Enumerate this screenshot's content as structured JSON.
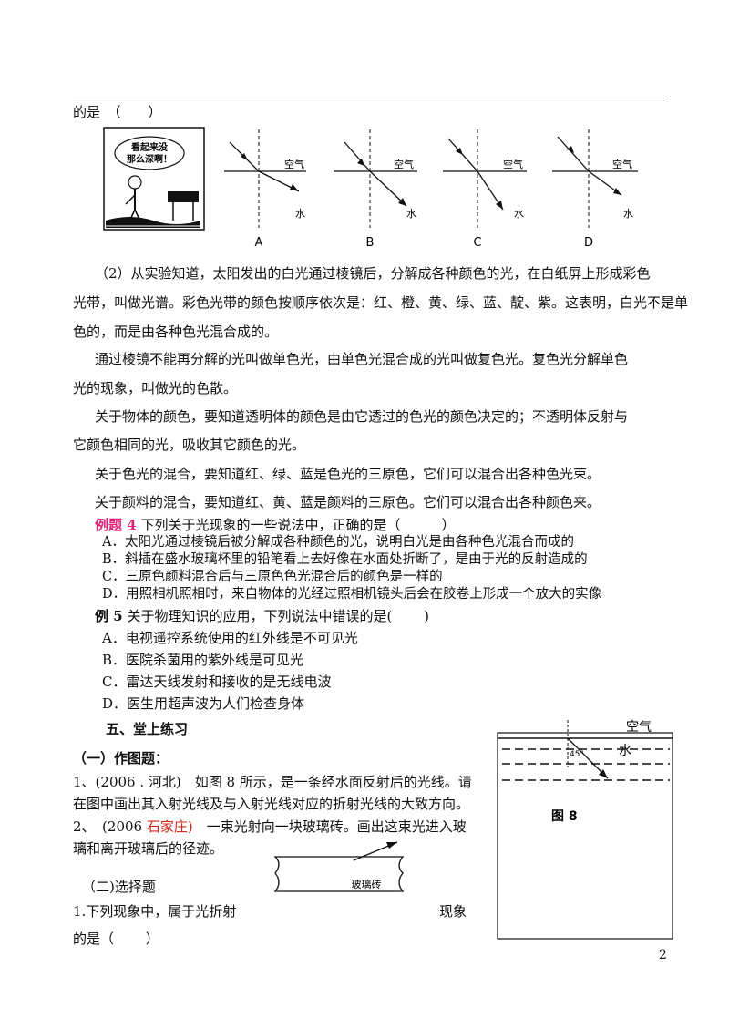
{
  "header_fragment": "的是　（　　）",
  "figure_options": {
    "cartoon_text": "看起来没那么深啊！",
    "air": "空气",
    "water": "水",
    "labels": [
      "A",
      "B",
      "C",
      "D"
    ]
  },
  "paragraphs": {
    "p1_line1": "（2）从实验知道，太阳发出的白光通过棱镜后，分解成各种颜色的光，在白纸屏上形成彩色",
    "p1_line2": "光带，叫做光谱。彩色光带的颜色按顺序依次是：红、橙、黄、绿、蓝、靛、紫。这表明，白光不是单",
    "p1_line3": "色的，而是由各种色光混合成的。",
    "p2_line1": "通过棱镜不能再分解的光叫做单色光，由单色光混合成的光叫做复色光。复色光分解单色",
    "p2_line2": "光的现象，叫做光的色散。",
    "p3_line1": "关于物体的颜色，要知道透明体的颜色是由它透过的色光的颜色决定的；不透明体反射与",
    "p3_line2": "它颜色相同的光，吸收其它颜色的光。",
    "p4": "关于色光的混合，要知道红、绿、蓝是色光的三原色，它们可以混合出各种色光束。",
    "p5": "关于颜料的混合，要知道红、黄、蓝是颜料的三原色。它们可以混合出各种颜色来。"
  },
  "example4": {
    "label": "例题 4",
    "question": "下列关于光现象的一些说法中，正确的是（　　　）",
    "options": [
      "A．太阳光通过棱镜后被分解成各种颜色的光，说明白光是由各种色光混合而成的",
      "B．斜插在盛水玻璃杯里的铅笔看上去好像在水面处折断了，是由于光的反射造成的",
      "C．三原色颜料混合后与三原色色光混合后的颜色是一样的",
      "D．用照相机照相时，来自物体的光经过照相机镜头后会在胶卷上形成一个放大的实像"
    ]
  },
  "example5": {
    "label": "例 5",
    "question": "关于物理知识的应用，下列说法中错误的是(　　 )",
    "options": [
      "A．电视遥控系统使用的红外线是不可见光",
      "B．医院杀菌用的紫外线是可见光",
      "C．雷达天线发射和接收的是无线电波",
      "D．医生用超声波为人们检查身体"
    ]
  },
  "section5": {
    "title": "五、堂上练习",
    "sub1": "（一）作图题：",
    "q1_line1": "1、(2006 . 河北)　如图 8 所示，是一条经水面反射后的光线。请",
    "q1_line2": "在图中画出其入射光线及与入射光线对应的折射光线的大致方向。",
    "q2_prefix": "2、　(2006 ",
    "q2_place": "石家庄)",
    "q2_rest": "　一束光射向一块玻璃砖。画出这束光进入玻",
    "q2_line2": "璃和离开玻璃后的径迹。",
    "sub2": "（二)选择题",
    "q3_left": "1.下列现象中，属于光折射",
    "q3_right": "现象",
    "q3_line2": "的是（　　 ）"
  },
  "figure8": {
    "air": "空气",
    "water": "水",
    "angle": "45°",
    "caption": "图 8"
  },
  "glass_brick": {
    "label": "玻璃砖"
  },
  "page_number": "2"
}
